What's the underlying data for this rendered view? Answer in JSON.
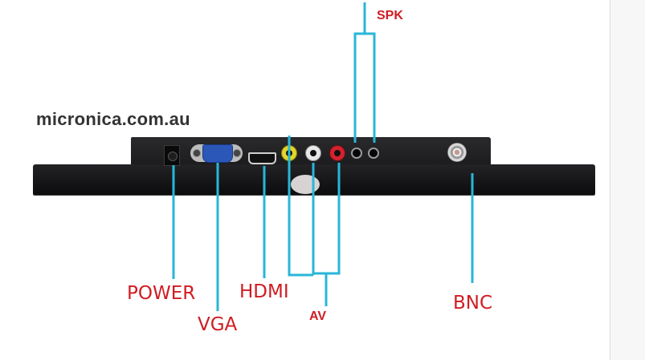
{
  "watermark": "micronica.com.au",
  "device": "monitor rear connector panel",
  "accent_colors": {
    "callout_line": "#29b6d8",
    "label": "#d01c22",
    "panel": "#1b1b1d"
  },
  "labels": {
    "power": "POWER",
    "vga": "VGA",
    "hdmi": "HDMI",
    "av": "AV",
    "spk": "SPK",
    "bnc": "BNC"
  },
  "ports": [
    {
      "id": "power",
      "type": "DC power jack"
    },
    {
      "id": "vga",
      "type": "VGA D-sub 15"
    },
    {
      "id": "hdmi",
      "type": "HDMI"
    },
    {
      "id": "av-yellow",
      "type": "RCA video (yellow)"
    },
    {
      "id": "av-white",
      "type": "RCA audio (white)"
    },
    {
      "id": "av-red",
      "type": "RCA audio (red)"
    },
    {
      "id": "spk-1",
      "type": "3.5mm jack"
    },
    {
      "id": "spk-2",
      "type": "3.5mm jack"
    },
    {
      "id": "bnc",
      "type": "BNC coaxial"
    }
  ]
}
